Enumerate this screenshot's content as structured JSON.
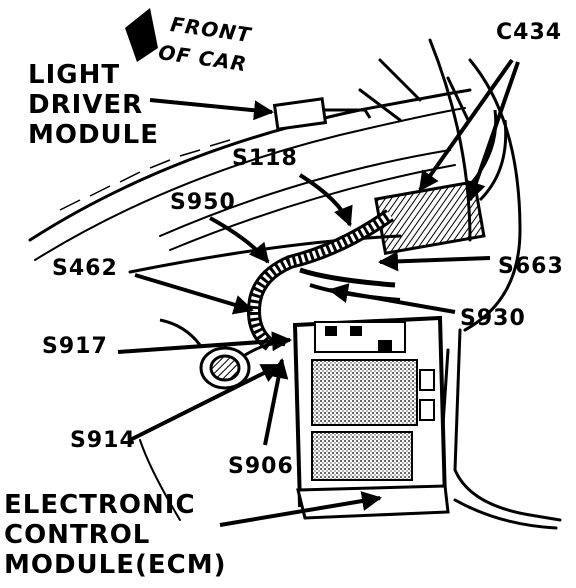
{
  "labels": {
    "front_line1": "FRONT",
    "front_line2": "OF CAR",
    "light_driver_line1": "LIGHT",
    "light_driver_line2": "DRIVER",
    "light_driver_line3": "MODULE",
    "c434": "C434",
    "s118": "S118",
    "s950": "S950",
    "s462": "S462",
    "s663": "S663",
    "s930": "S930",
    "s917": "S917",
    "s914": "S914",
    "s906": "S906",
    "ecm_line1": "ELECTRONIC",
    "ecm_line2": "CONTROL",
    "ecm_line3": "MODULE(ECM)"
  },
  "colors": {
    "ink": "#000000",
    "paper": "#ffffff"
  }
}
